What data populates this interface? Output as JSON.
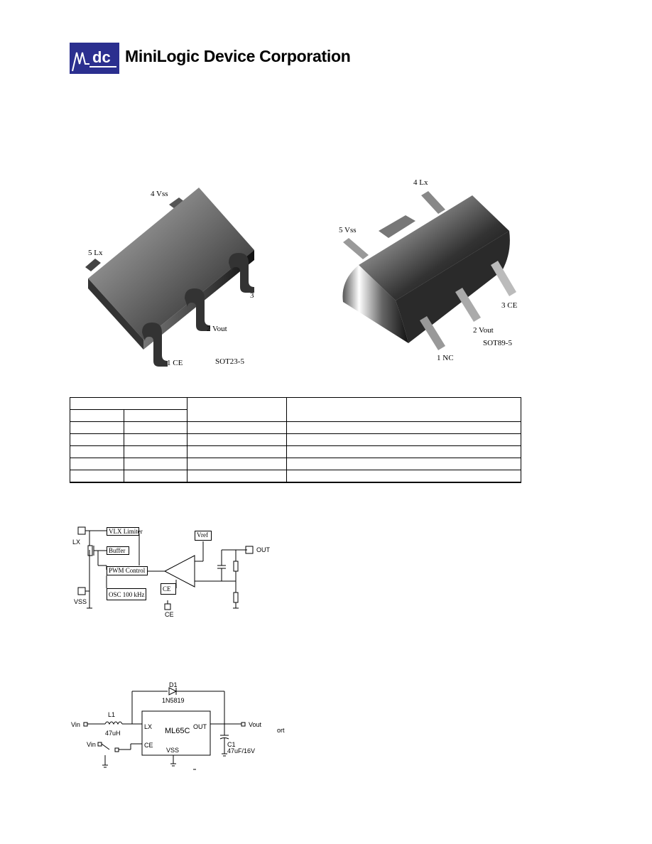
{
  "header": {
    "logo_text": "dc",
    "company_name": "MiniLogic Device Corporation"
  },
  "package_sot23": {
    "name": "SOT23-5",
    "pins": [
      "1 CE",
      "2 Vout",
      "3",
      "4 Vss",
      "5 Lx"
    ]
  },
  "package_sot89": {
    "name": "SOT89-5",
    "pins": [
      "1 NC",
      "2 Vout",
      "3 CE",
      "4 Lx",
      "5  Vss"
    ]
  },
  "block_diagram": {
    "lx": "LX",
    "vss": "VSS",
    "vlx_limiter": "VLX Limiter",
    "buffer": "Buffer",
    "pwm": "PWM Control",
    "osc": "OSC 100 kHz",
    "vref": "Vref",
    "ce_box": "CE",
    "ce_pin": "CE",
    "out": "OUT"
  },
  "app_circuit": {
    "d1": "D1",
    "diode_part": "1N5819",
    "l1": "L1",
    "inductor": "47uH",
    "vin1": "Vin",
    "vin2": "Vin",
    "chip": "ML65C",
    "lx": "LX",
    "out": "OUT",
    "ce": "CE",
    "vss": "VSS",
    "vout": "Vout",
    "c1": "C1",
    "cap": "47uF/16V",
    "note": "ort"
  }
}
